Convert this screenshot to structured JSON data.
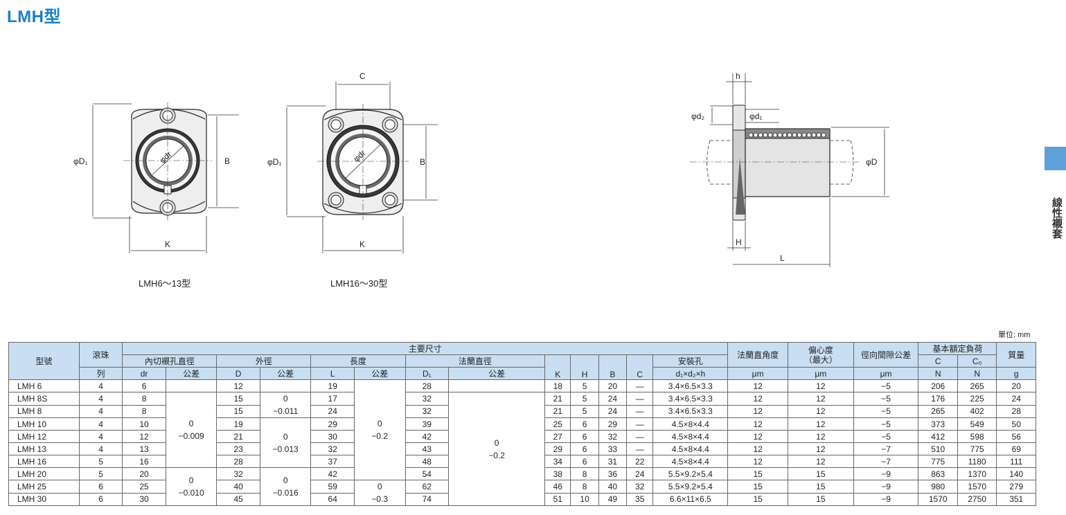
{
  "title": "LMH型",
  "side_tab": "線性襯套",
  "unit_note": "單位: mm",
  "captions": {
    "fig1": "LMH6～13型",
    "fig2": "LMH16～30型"
  },
  "dims": {
    "D1": "φD₁",
    "B": "B",
    "K": "K",
    "C": "C",
    "dr": "φdr",
    "h": "h",
    "d2": "φd₂",
    "d1": "φd₁",
    "D": "φD",
    "H": "H",
    "L": "L"
  },
  "table": {
    "h_model": "型號",
    "h_balls_1": "滾珠",
    "h_balls_2": "列",
    "h_main": "主要尺寸",
    "h_inner": "內切襯孔直徑",
    "h_outer": "外徑",
    "h_length": "長度",
    "h_flange": "法蘭直徑",
    "h_mount": "安裝孔",
    "h_perp": "法蘭直角度",
    "h_ecc_1": "偏心度",
    "h_ecc_2": "（最大）",
    "h_radial": "徑向間隙公差",
    "h_load": "基本額定負荷",
    "h_mass": "質量",
    "sub_dr": "dr",
    "sub_tol": "公差",
    "sub_D": "D",
    "sub_L": "L",
    "sub_D1": "D₁",
    "sub_K": "K",
    "sub_H": "H",
    "sub_B": "B",
    "sub_C": "C",
    "sub_mount": "d₁×d₂×h",
    "sub_um": "μm",
    "sub_Ccap": "C",
    "sub_C0": "C₀",
    "sub_N": "N",
    "sub_g": "g",
    "tol_dr_a": "0\n−0.009",
    "tol_dr_b": "0\n−0.010",
    "tol_D_a": "0\n−0.011",
    "tol_D_b": "0\n−0.013",
    "tol_D_c": "0\n−0.016",
    "tol_L_a": "0\n−0.2",
    "tol_L_b": "0\n−0.3",
    "tol_D1": "0\n−0.2",
    "rows": [
      [
        "LMH 6",
        "4",
        "6",
        "12",
        "19",
        "28",
        "18",
        "5",
        "20",
        "—",
        "3.4×6.5×3.3",
        "12",
        "12",
        "−5",
        "206",
        "265",
        "20"
      ],
      [
        "LMH 8S",
        "4",
        "8",
        "15",
        "17",
        "32",
        "21",
        "5",
        "24",
        "—",
        "3.4×6.5×3.3",
        "12",
        "12",
        "−5",
        "176",
        "225",
        "24"
      ],
      [
        "LMH 8",
        "4",
        "8",
        "15",
        "24",
        "32",
        "21",
        "5",
        "24",
        "—",
        "3.4×6.5×3.3",
        "12",
        "12",
        "−5",
        "265",
        "402",
        "28"
      ],
      [
        "LMH 10",
        "4",
        "10",
        "19",
        "29",
        "39",
        "25",
        "6",
        "29",
        "—",
        "4.5×8×4.4",
        "12",
        "12",
        "−5",
        "373",
        "549",
        "50"
      ],
      [
        "LMH 12",
        "4",
        "12",
        "21",
        "30",
        "42",
        "27",
        "6",
        "32",
        "—",
        "4.5×8×4.4",
        "12",
        "12",
        "−5",
        "412",
        "598",
        "56"
      ],
      [
        "LMH 13",
        "4",
        "13",
        "23",
        "32",
        "43",
        "29",
        "6",
        "33",
        "—",
        "4.5×8×4.4",
        "12",
        "12",
        "−7",
        "510",
        "775",
        "69"
      ],
      [
        "LMH 16",
        "5",
        "16",
        "28",
        "37",
        "48",
        "34",
        "6",
        "31",
        "22",
        "4.5×8×4.4",
        "12",
        "12",
        "−7",
        "775",
        "1180",
        "111"
      ],
      [
        "LMH 20",
        "5",
        "20",
        "32",
        "42",
        "54",
        "38",
        "8",
        "36",
        "24",
        "5.5×9.2×5.4",
        "15",
        "15",
        "−9",
        "863",
        "1370",
        "140"
      ],
      [
        "LMH 25",
        "6",
        "25",
        "40",
        "59",
        "62",
        "46",
        "8",
        "40",
        "32",
        "5.5×9.2×5.4",
        "15",
        "15",
        "−9",
        "980",
        "1570",
        "279"
      ],
      [
        "LMH 30",
        "6",
        "30",
        "45",
        "64",
        "74",
        "51",
        "10",
        "49",
        "35",
        "6.6×11×6.5",
        "15",
        "15",
        "−9",
        "1570",
        "2750",
        "351"
      ]
    ]
  }
}
